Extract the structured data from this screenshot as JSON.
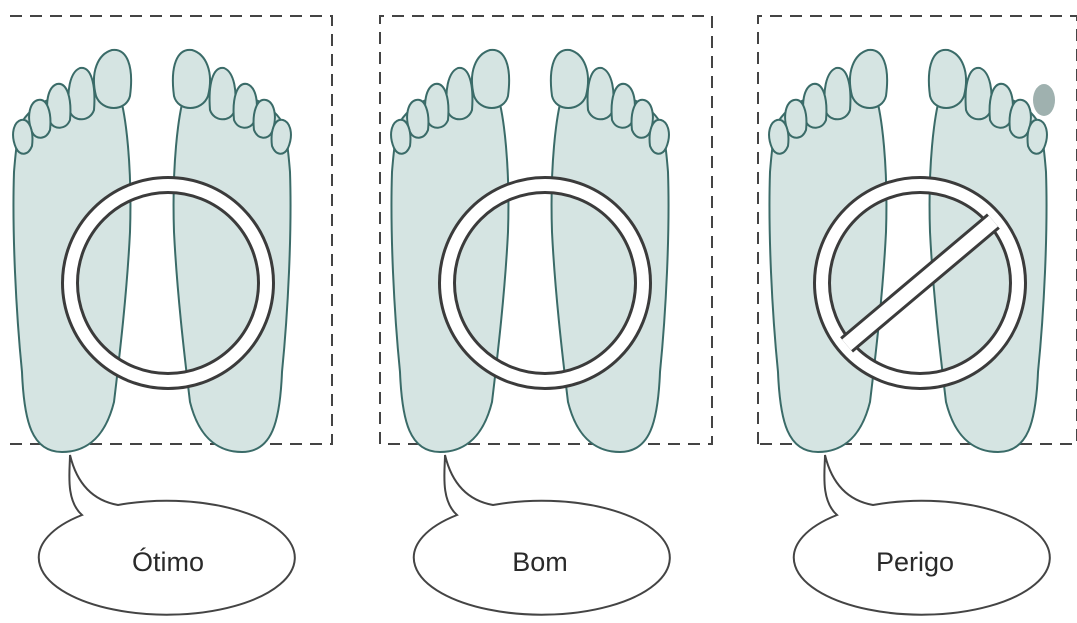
{
  "panels": [
    {
      "id": "otimo",
      "label": "Ótimo",
      "symbol": "circle"
    },
    {
      "id": "bom",
      "label": "Bom",
      "symbol": "circle"
    },
    {
      "id": "perigo",
      "label": "Perigo",
      "symbol": "prohibited"
    }
  ],
  "colors": {
    "foot_fill": "#d5e4e2",
    "foot_stroke": "#3a6b68",
    "frame": "#444444",
    "bubble_stroke": "#444444",
    "toe_mark": "#7f9794"
  }
}
